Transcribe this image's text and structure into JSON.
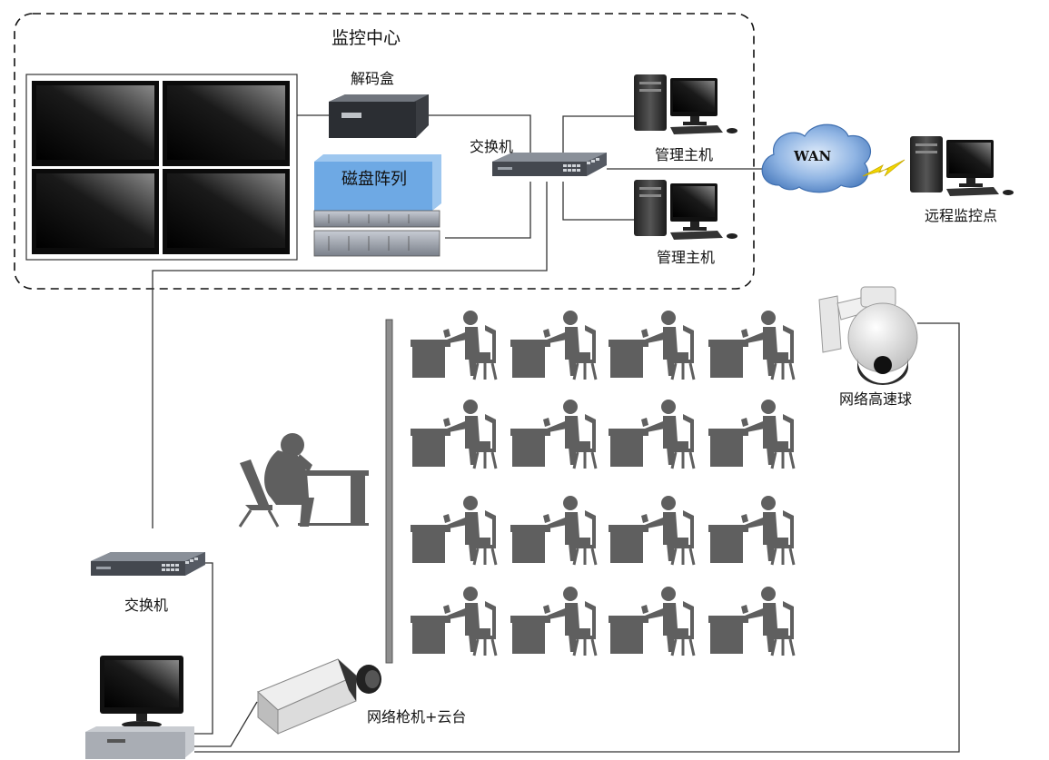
{
  "labels": {
    "monitor_center": "监控中心",
    "decoder": "解码盒",
    "disk_array": "磁盘阵列",
    "switch_center": "交换机",
    "mgmt_host_1": "管理主机",
    "mgmt_host_2": "管理主机",
    "wan": "WAN",
    "remote_point": "远程监控点",
    "ptz_dome": "网络高速球",
    "switch_local": "交换机",
    "box_camera": "网络枪机+云台"
  },
  "colors": {
    "line": "#333333",
    "figure": "#5f5f5f",
    "monitor_frame": "#111111",
    "cloud": "#4f84c8",
    "lightning": "#f2d600"
  }
}
